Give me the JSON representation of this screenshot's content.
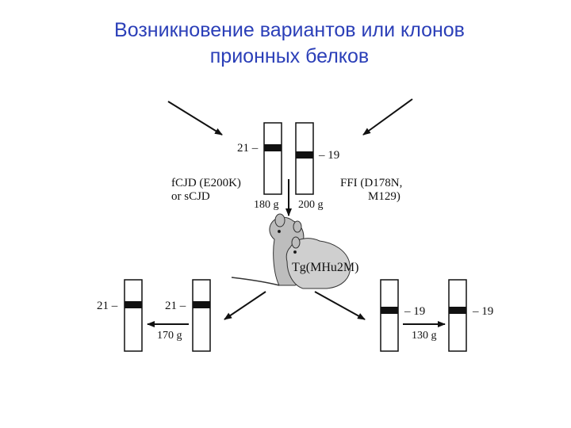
{
  "title": {
    "line1": "Возникновение вариантов или клонов",
    "line2": "прионных белков"
  },
  "colors": {
    "title": "#2b3fb8",
    "ink": "#111111"
  },
  "figure": {
    "band_21": "21 –",
    "band_19": "– 19",
    "left_source": {
      "line1": "fCJD (E200K)",
      "line2": "or sCJD"
    },
    "right_source": {
      "line1": "FFI (D178N,",
      "line2": "M129)"
    },
    "top_masses": [
      "180 g",
      "200 g"
    ],
    "mouse_label": "Tg(MHu2M)",
    "bottom_left_masses": [
      "170 g"
    ],
    "bottom_right_masses": [
      "130 g"
    ]
  }
}
